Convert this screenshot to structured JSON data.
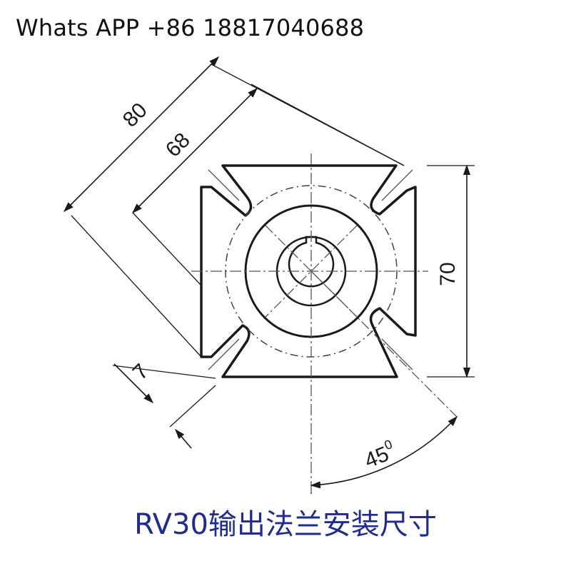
{
  "header": {
    "contact": "Whats APP +86 18817040688"
  },
  "drawing": {
    "dimensions": {
      "diag_outer": "80",
      "diag_inner": "68",
      "height": "70",
      "slot": "7",
      "angle": "45",
      "angle_unit": "0"
    }
  },
  "caption": "RV30输出法兰安装尺寸",
  "colors": {
    "caption": "#1e2a9a",
    "line": "#1a1a1a"
  }
}
